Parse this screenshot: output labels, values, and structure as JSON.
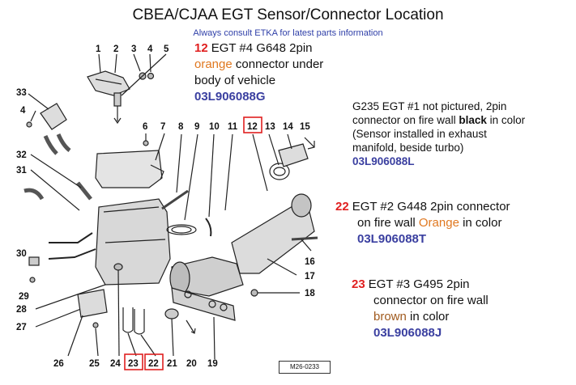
{
  "title": "CBEA/CJAA EGT Sensor/Connector Location",
  "subtitle": "Always consult ETKA for latest parts information",
  "notes": {
    "egt4": {
      "num": "12",
      "line1": "EGT #4 G648 2pin",
      "orange_word": "orange",
      "line2_rest": " connector under",
      "line3": "body of vehicle",
      "part": "03L906088G"
    },
    "egt1": {
      "line1": "G235 EGT #1 not pictured, 2pin",
      "line2_pre": "connector on fire wall ",
      "black_word": "black",
      "line2_post": " in color",
      "line3": "(Sensor installed in exhaust",
      "line4": "manifold, beside turbo)",
      "part": "03L906088L"
    },
    "egt2": {
      "num": "22",
      "line1": "EGT #2 G448 2pin connector",
      "line2_pre": "on fire wall ",
      "orange_word": "Orange",
      "line2_post": " in color",
      "part": "03L906088T"
    },
    "egt3": {
      "num": "23",
      "line1": "EGT #3 G495 2pin",
      "line2": "connector on fire wall",
      "brown_word": "brown",
      "line3_post": " in color",
      "part": "03L906088J"
    }
  },
  "callouts": {
    "top": [
      "1",
      "2",
      "3",
      "4",
      "5"
    ],
    "row2": [
      "6",
      "7",
      "8",
      "9",
      "10",
      "11",
      "12",
      "13",
      "14",
      "15"
    ],
    "left": [
      "33",
      "4",
      "32",
      "31",
      "30",
      "29",
      "28",
      "27"
    ],
    "right": [
      "16",
      "17",
      "18"
    ],
    "bottom": [
      "26",
      "25",
      "24",
      "23",
      "22",
      "21",
      "20",
      "19"
    ]
  },
  "figure_code": "M26-0233",
  "colors": {
    "red": "#e02020",
    "blue": "#3a3fa0",
    "orange": "#e07820",
    "brown": "#a05a1e",
    "subtitle": "#2f3fa8"
  }
}
